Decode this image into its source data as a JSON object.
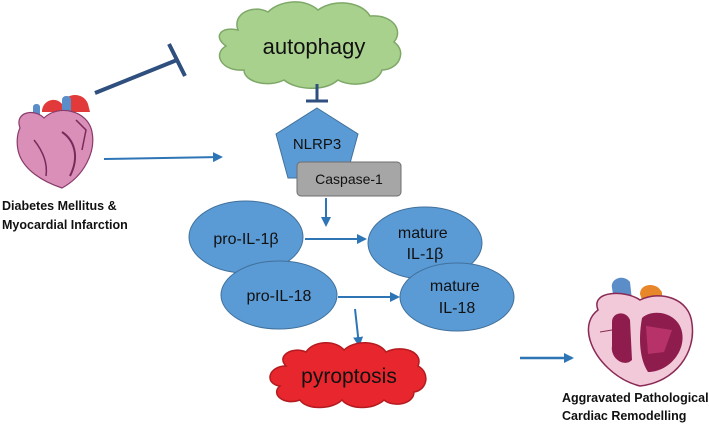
{
  "nodes": {
    "autophagy": "autophagy",
    "nlrp3": "NLRP3",
    "caspase1": "Caspase-1",
    "pro_il1b": "pro-IL-1β",
    "pro_il18": "pro-IL-18",
    "mature_il1b": [
      "mature",
      "IL-1β"
    ],
    "mature_il18": [
      "mature",
      "IL-18"
    ],
    "pyroptosis": "pyroptosis"
  },
  "captions": {
    "left": [
      "Diabetes Mellitus &",
      "Myocardial Infarction"
    ],
    "right": [
      "Aggravated Pathological",
      "Cardiac Remodelling"
    ]
  },
  "colors": {
    "cloud_green": "#a9d18e",
    "cloud_red": "#e8262d",
    "node_blue": "#5b9bd5",
    "caspase_gray": "#a6a6a6",
    "arrow_blue": "#2e75b6",
    "inhibit_navy": "#2f4f7f"
  },
  "icons": {
    "left": "heart-icon",
    "right": "heart-cross-section-icon"
  }
}
